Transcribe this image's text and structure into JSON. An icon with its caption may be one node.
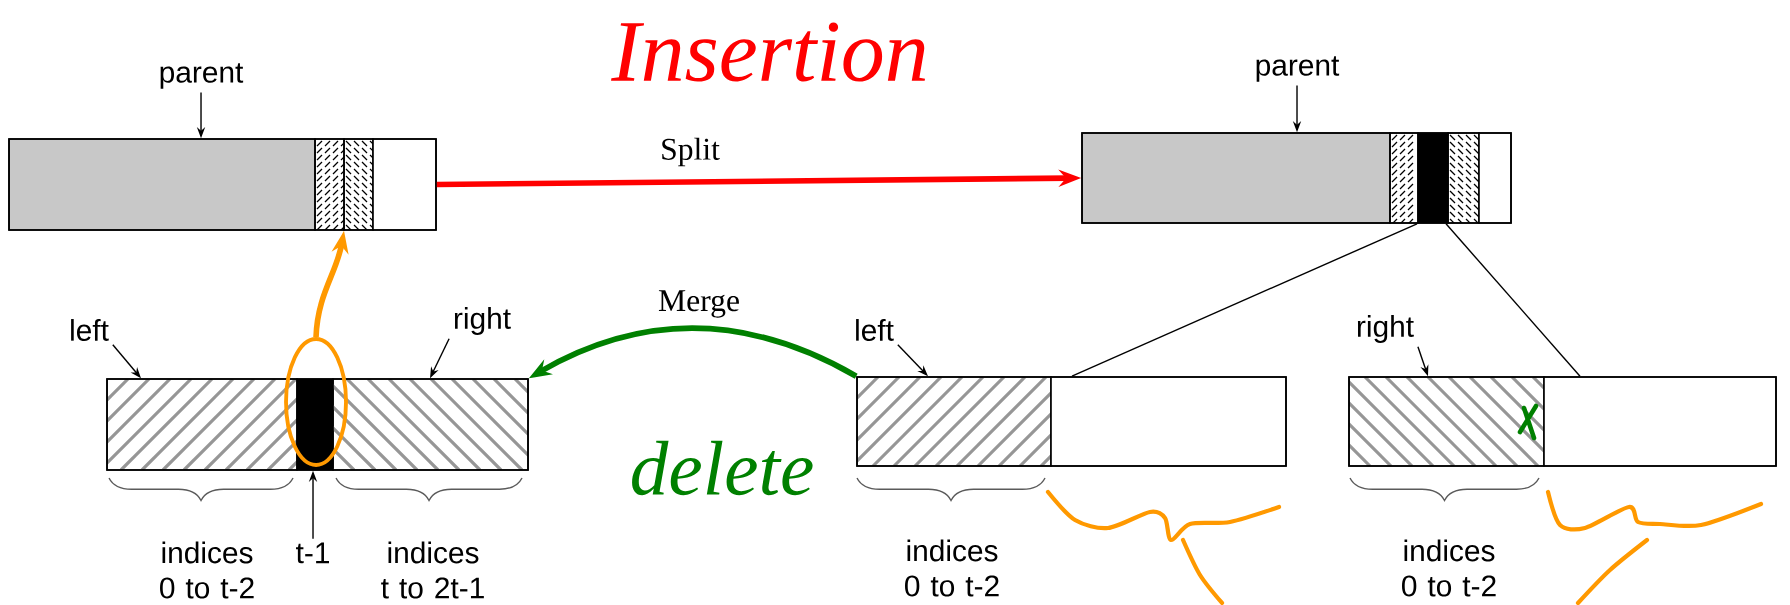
{
  "diagram": {
    "title": "Insertion",
    "nodes": [
      {
        "text": [
          "parent"
        ]
      },
      {
        "text": [],
        "shape": "box"
      },
      {
        "text": [
          "left"
        ]
      },
      {
        "text": [
          "right"
        ]
      },
      {
        "text": [],
        "shape": "box"
      },
      {
        "text": [
          "t-1"
        ]
      },
      {
        "text": [
          "parent"
        ]
      },
      {
        "text": [],
        "shape": "box"
      },
      {
        "text": [
          "left"
        ]
      },
      {
        "text": [],
        "shape": "box"
      },
      {
        "text": [
          "right"
        ]
      },
      {
        "text": [],
        "shape": "box"
      },
      {
        "text": [],
        "shape": "circle"
      }
    ],
    "edges": [
      {
        "from": 0,
        "to": 1,
        "arrow": "to"
      },
      {
        "from": 1,
        "to": 7,
        "arrow": "to",
        "label": "Split",
        "style": "thick",
        "color": "#ff0000"
      },
      {
        "from": 2,
        "to": 4,
        "arrow": "to"
      },
      {
        "from": 3,
        "to": 4,
        "arrow": "to"
      },
      {
        "from": 9,
        "to": 4,
        "arrow": "to",
        "label": "Merge",
        "style": "thick",
        "color": "#008000"
      },
      {
        "from": 5,
        "to": 4,
        "arrow": "to"
      },
      {
        "from": 12,
        "to": 1,
        "arrow": "to",
        "style": "thick",
        "color": "#ff9900"
      },
      {
        "from": 6,
        "to": 7,
        "arrow": "to"
      },
      {
        "from": 7,
        "to": 9,
        "arrow": "none"
      },
      {
        "from": 7,
        "to": 11,
        "arrow": "none"
      },
      {
        "from": 8,
        "to": 9,
        "arrow": "to"
      },
      {
        "from": 10,
        "to": 11,
        "arrow": "to"
      }
    ],
    "labels": [
      "delete",
      "indices 0 to t-2",
      "indices t to 2t-1",
      "indices 0 to t-2",
      "indices 0 to t-2"
    ]
  }
}
